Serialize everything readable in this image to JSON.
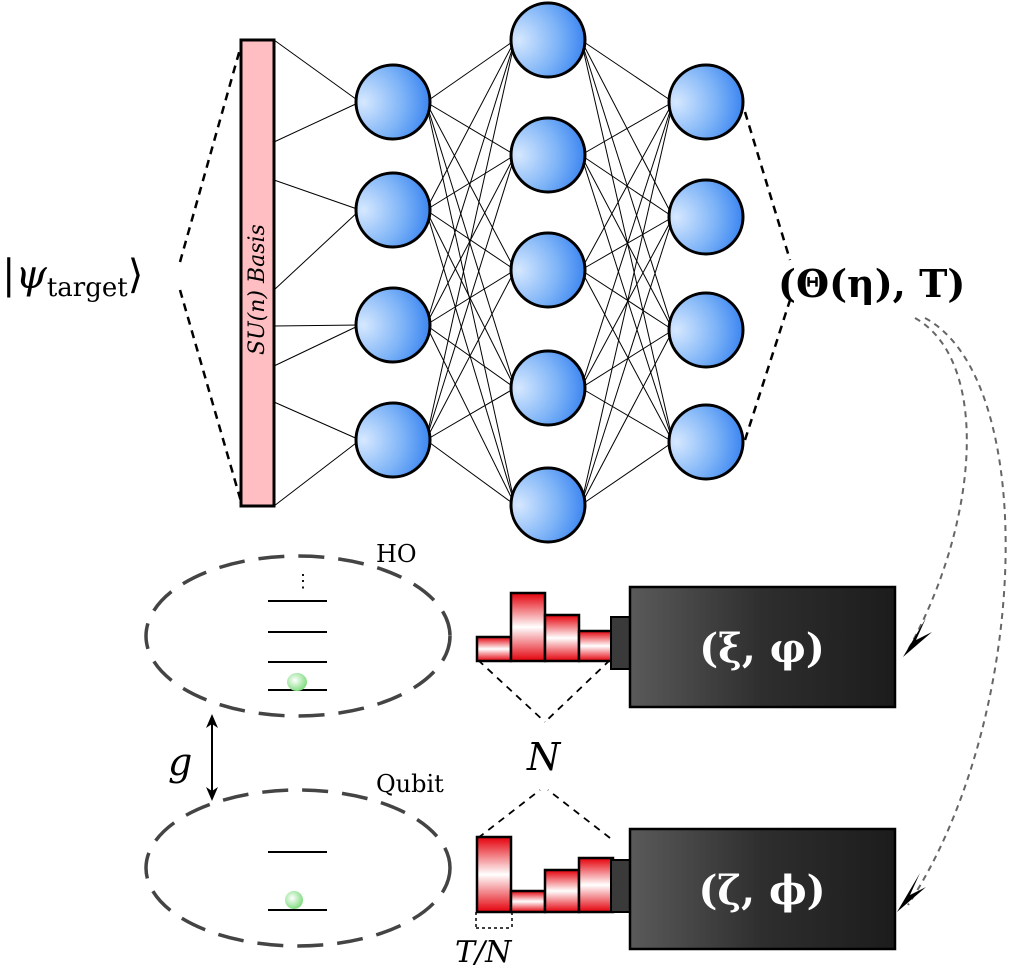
{
  "labels": {
    "psi_target": "|ψtarget⟩",
    "psi_symbol": "ψ",
    "psi_subscript": "target",
    "basis": "SU(n) Basis",
    "output": "(Θ(η), T)",
    "ho": "HO",
    "qubit": "Qubit",
    "coupling": "g",
    "n_pulses": "N",
    "pulse_width": "T/N",
    "ho_dots": "⋮"
  },
  "boxes": {
    "ho_control": "(ξ, φ)",
    "qubit_control": "(ζ, ϕ)"
  },
  "network": {
    "input_layer_nodes": 4,
    "hidden_layer_nodes": 5,
    "output_layer_nodes": 4
  },
  "colors": {
    "neuron_fill_light": "#c8e0ff",
    "neuron_fill_dark": "#2f7df2",
    "basis_fill": "#ffbfc2",
    "pulse_dark": "#e8000a",
    "pulse_light": "#ffffff",
    "box_fill": "#2a2a2a",
    "dashed_arrow": "#666666",
    "ground_state": "#7ee07e"
  }
}
